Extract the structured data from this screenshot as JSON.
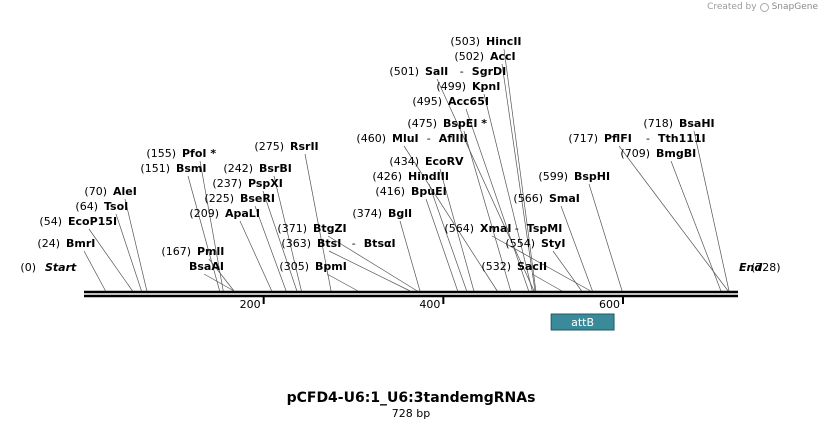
{
  "credit": {
    "prefix": "Created by",
    "brand": "SnapGene"
  },
  "map": {
    "name": "pCFD4-U6:1_U6:3tandemgRNAs",
    "length_label": "728 bp",
    "length": 728,
    "start_label": "Start",
    "start_pos_label": "(0)",
    "end_label": "End",
    "end_pos_label": "(728)",
    "ticks": [
      {
        "pos": 200,
        "label": "200"
      },
      {
        "pos": 400,
        "label": "400"
      },
      {
        "pos": 600,
        "label": "600"
      }
    ],
    "features": [
      {
        "name": "attB",
        "start": 520,
        "end": 590,
        "color": "#3a8a9a"
      }
    ],
    "sites": [
      {
        "pos": 24,
        "pos_label": "(24)",
        "name": "BmrI"
      },
      {
        "pos": 54,
        "pos_label": "(54)",
        "name": "EcoP15I"
      },
      {
        "pos": 64,
        "pos_label": "(64)",
        "name": "TsoI"
      },
      {
        "pos": 70,
        "pos_label": "(70)",
        "name": "AleI"
      },
      {
        "pos": 151,
        "pos_label": "(151)",
        "name": "BsmI"
      },
      {
        "pos": 155,
        "pos_label": "(155)",
        "name": "PfoI *"
      },
      {
        "pos": 167,
        "pos_label": "(167)",
        "name": "PmlI"
      },
      {
        "pos": 167,
        "pos_label": "",
        "name": "BsaAI"
      },
      {
        "pos": 209,
        "pos_label": "(209)",
        "name": "ApaLI"
      },
      {
        "pos": 225,
        "pos_label": "(225)",
        "name": "BseRI"
      },
      {
        "pos": 237,
        "pos_label": "(237)",
        "name": "PspXI"
      },
      {
        "pos": 242,
        "pos_label": "(242)",
        "name": "BsrBI"
      },
      {
        "pos": 275,
        "pos_label": "(275)",
        "name": "RsrII"
      },
      {
        "pos": 305,
        "pos_label": "(305)",
        "name": "BpmI"
      },
      {
        "pos": 363,
        "pos_label": "(363)",
        "name": "BtsI",
        "name2": "BtsαI"
      },
      {
        "pos": 371,
        "pos_label": "(371)",
        "name": "BtgZI"
      },
      {
        "pos": 374,
        "pos_label": "(374)",
        "name": "BglI"
      },
      {
        "pos": 416,
        "pos_label": "(416)",
        "name": "BpuEI"
      },
      {
        "pos": 426,
        "pos_label": "(426)",
        "name": "HindIII"
      },
      {
        "pos": 434,
        "pos_label": "(434)",
        "name": "EcoRV"
      },
      {
        "pos": 460,
        "pos_label": "(460)",
        "name": "MluI",
        "name2": "AflIII"
      },
      {
        "pos": 475,
        "pos_label": "(475)",
        "name": "BspEI *"
      },
      {
        "pos": 495,
        "pos_label": "(495)",
        "name": "Acc65I"
      },
      {
        "pos": 499,
        "pos_label": "(499)",
        "name": "KpnI"
      },
      {
        "pos": 501,
        "pos_label": "(501)",
        "name": "SalI",
        "name2": "SgrDI"
      },
      {
        "pos": 502,
        "pos_label": "(502)",
        "name": "AccI"
      },
      {
        "pos": 503,
        "pos_label": "(503)",
        "name": "HincII"
      },
      {
        "pos": 532,
        "pos_label": "(532)",
        "name": "SacII"
      },
      {
        "pos": 554,
        "pos_label": "(554)",
        "name": "StyI"
      },
      {
        "pos": 564,
        "pos_label": "(564)",
        "name": "XmaI",
        "name2": "TspMI"
      },
      {
        "pos": 566,
        "pos_label": "(566)",
        "name": "SmaI"
      },
      {
        "pos": 599,
        "pos_label": "(599)",
        "name": "BspHI"
      },
      {
        "pos": 709,
        "pos_label": "(709)",
        "name": "BmgBI"
      },
      {
        "pos": 717,
        "pos_label": "(717)",
        "name": "PflFI",
        "name2": "Tth111I"
      },
      {
        "pos": 718,
        "pos_label": "(718)",
        "name": "BsaHI"
      }
    ]
  }
}
